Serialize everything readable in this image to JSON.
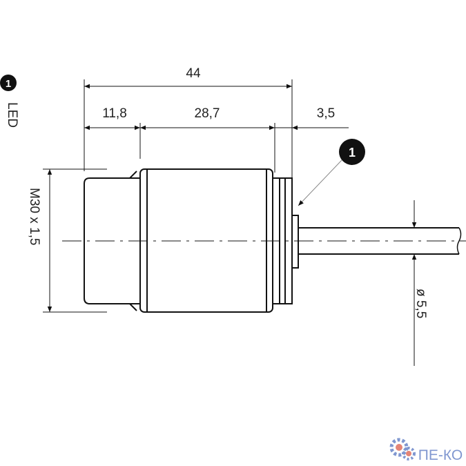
{
  "dimensions": {
    "overall_length": "44",
    "cap_length": "11,8",
    "thread_length": "28,7",
    "rear_length": "3,5",
    "thread": "M30 x 1,5",
    "cable_diameter": "ø 5,5"
  },
  "callouts": [
    {
      "number": "1"
    }
  ],
  "legend": [
    {
      "number": "1",
      "label": "LED"
    }
  ],
  "watermark": {
    "logo_text": "ПЕ-КО",
    "colors": [
      "#6a86c8",
      "#e07060"
    ]
  },
  "colors": {
    "line": "#111111",
    "callout_fill": "#111111"
  }
}
